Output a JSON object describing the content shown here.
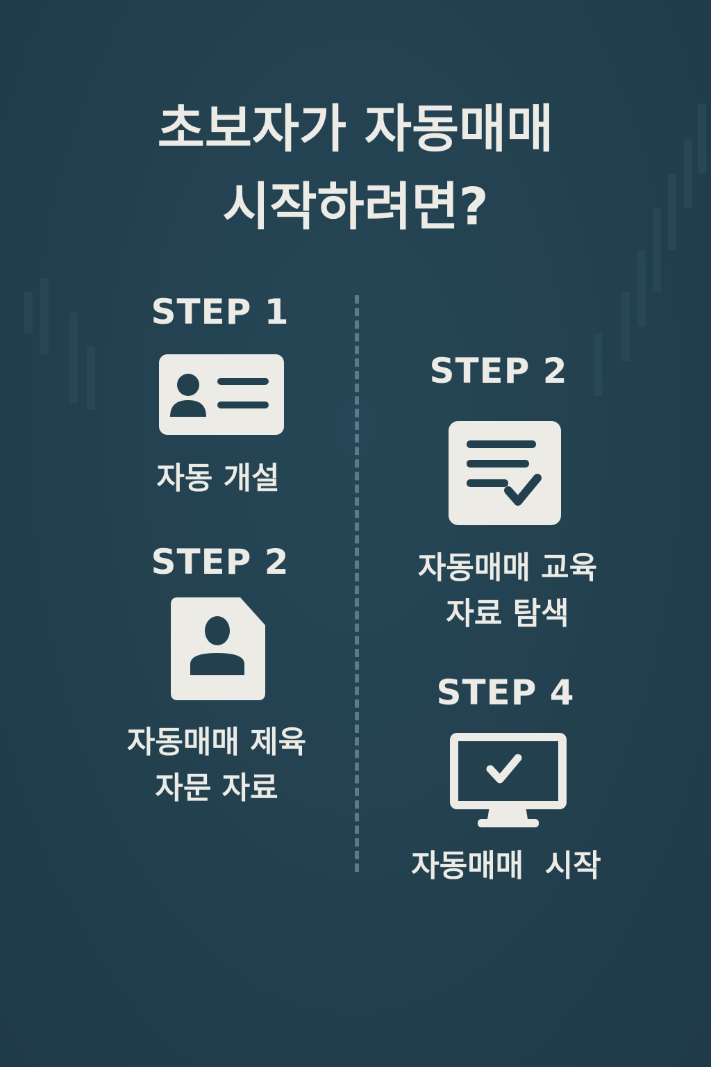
{
  "title": {
    "line1": "초보자가 자동매매",
    "line2": "시작하려면?"
  },
  "steps": [
    {
      "step": "STEP 1",
      "label1": "자동 개설",
      "label2": "",
      "icon": "id-card-icon"
    },
    {
      "step": "STEP 2",
      "label1": "자동매매 제육",
      "label2": "자문 자료",
      "icon": "profile-document-icon"
    },
    {
      "step": "STEP 2",
      "label1": "자동매매 교육",
      "label2": "자료 탐색",
      "icon": "checklist-document-icon"
    },
    {
      "step": "STEP 4",
      "label1": "자동매매  시작",
      "label2": "",
      "icon": "monitor-check-icon"
    }
  ],
  "colors": {
    "background": "#23404f",
    "foreground": "#ecebe6",
    "divider": "#5d7a88"
  }
}
